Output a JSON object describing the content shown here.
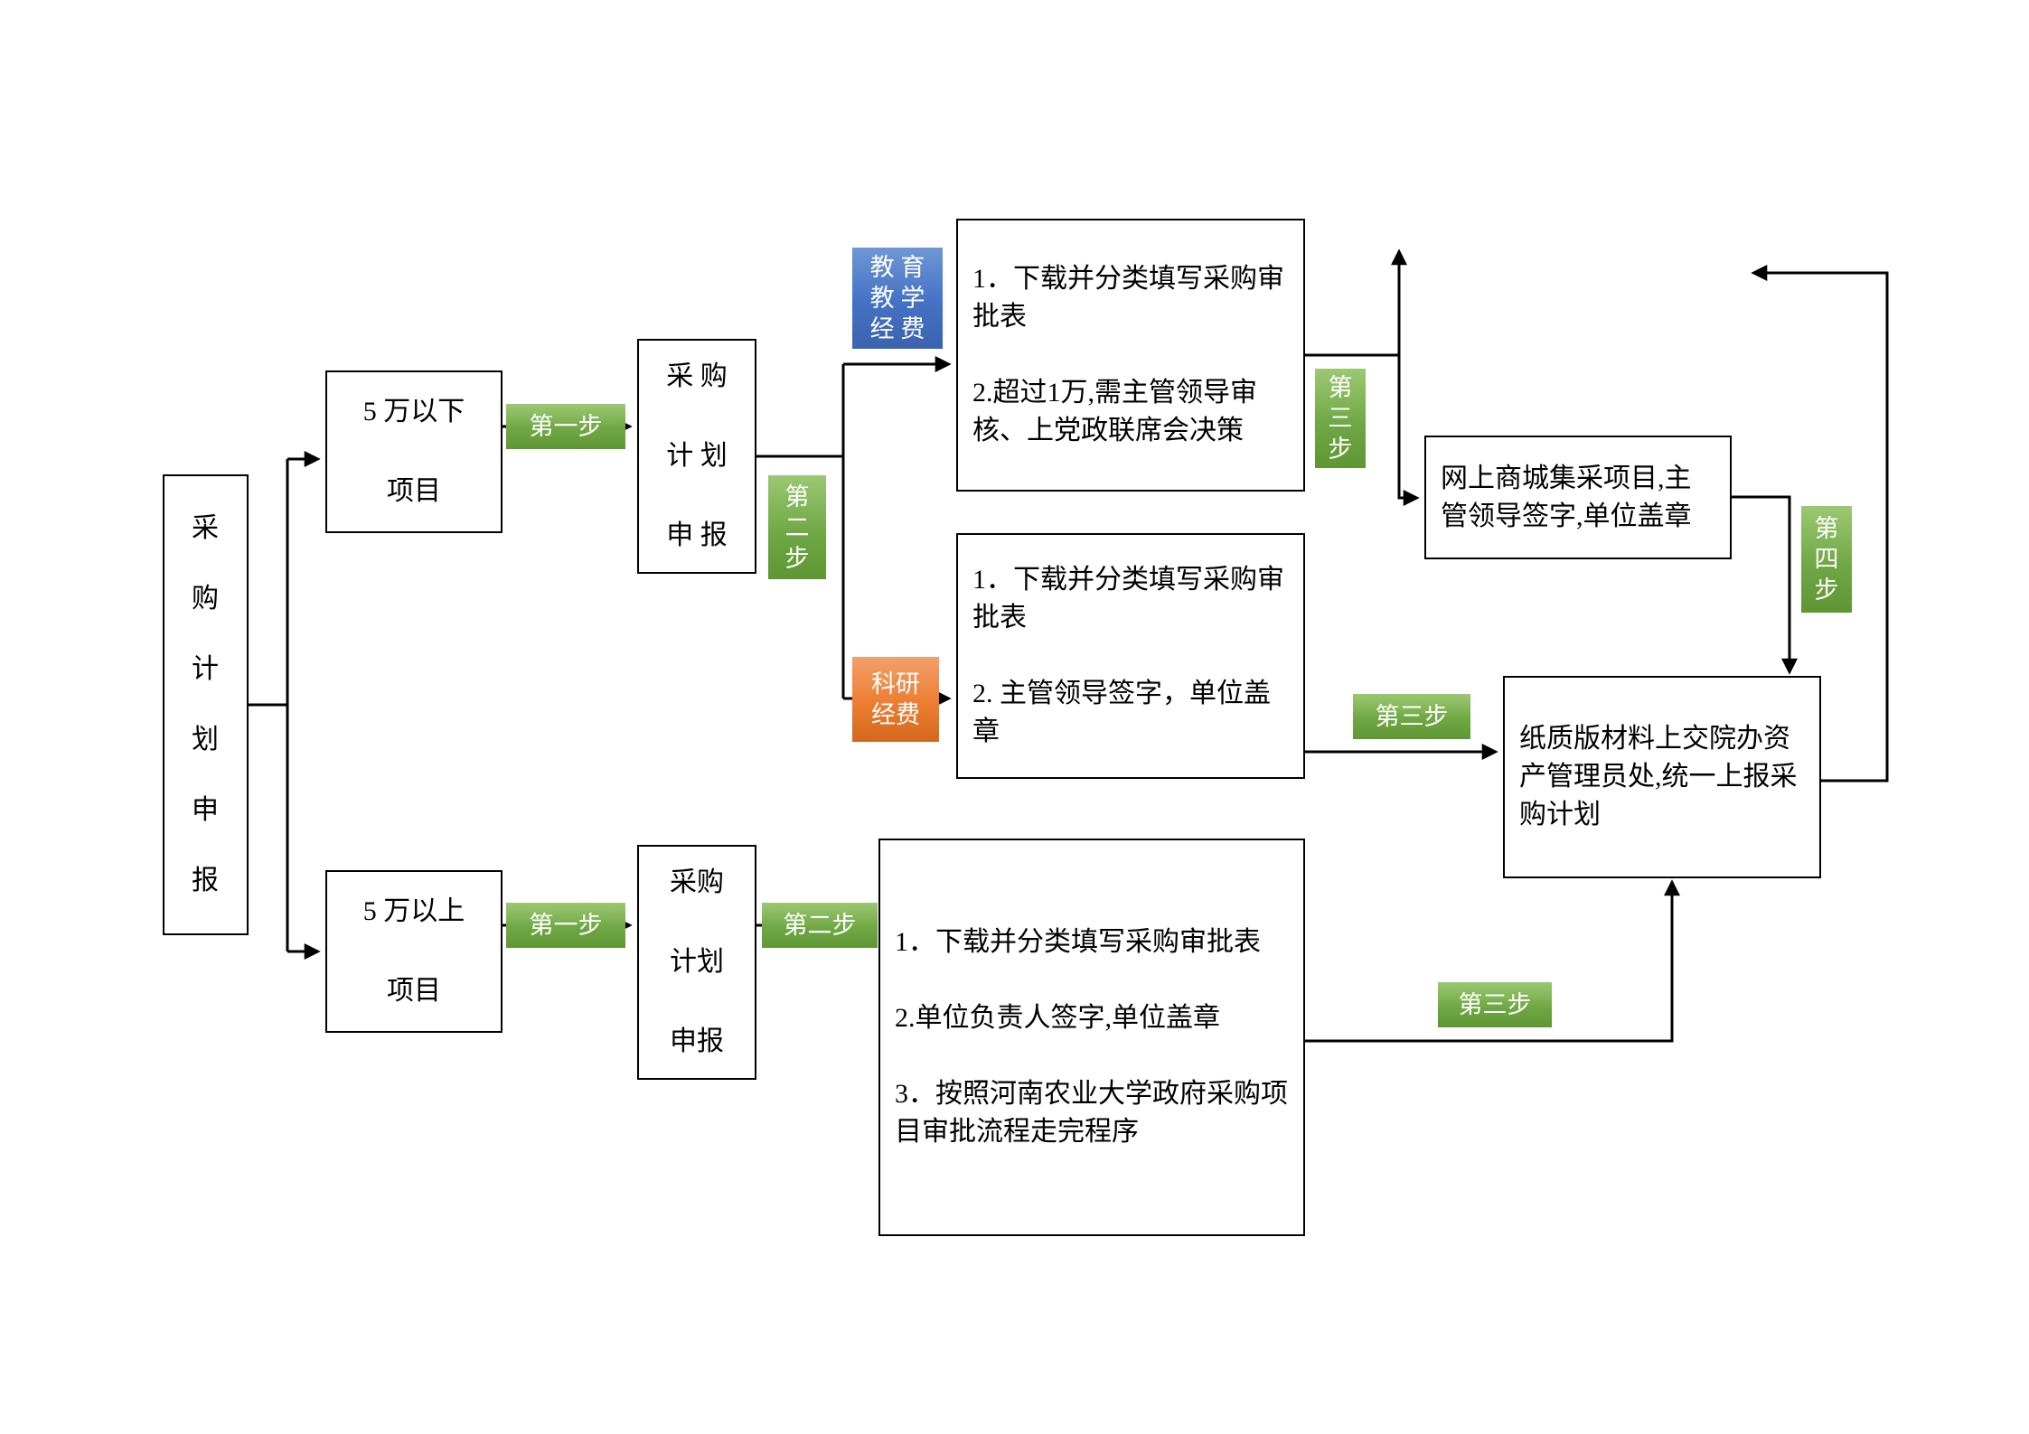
{
  "diagram": {
    "root": {
      "label": "采\n购\n计\n划\n申\n报"
    },
    "under_50k": {
      "project": "5 万以下\n\n项目",
      "step1": "第一步",
      "plan": "采 购\n\n计 划\n\n申 报",
      "step2": "第\n二\n步",
      "edu_fund_tag": "教 育\n教 学\n经 费",
      "edu_requirements": "1．下载并分类填写采购审批表\n\n2.超过1万,需主管领导审核、上党政联席会决策",
      "step3_edu": "第\n三\n步",
      "online_mall": "网上商城集采项目,主管领导签字,单位盖章",
      "research_fund_tag": "科研\n经费",
      "research_requirements": "1．下载并分类填写采购审批表\n\n2. 主管领导签字，单位盖章",
      "step3_research": "第三步",
      "step4": "第\n四\n步"
    },
    "over_50k": {
      "project": "5 万以上\n\n项目",
      "step1": "第一步",
      "plan": "采购\n\n计划\n\n申报",
      "step2": "第二步",
      "requirements": "1．下载并分类填写采购审批表\n\n2.单位负责人签字,单位盖章\n\n3．按照河南农业大学政府采购项目审批流程走完程序",
      "step3": "第三步"
    },
    "final_submit": "纸质版材料上交院办资产管理员处,统一上报采购计划"
  },
  "colors": {
    "step_chip_green": "#6FA346",
    "education_fund_blue": "#4472C4",
    "research_fund_orange": "#ED7D31",
    "connector_black": "#000000",
    "box_border": "#000000",
    "background": "#FFFFFF"
  }
}
